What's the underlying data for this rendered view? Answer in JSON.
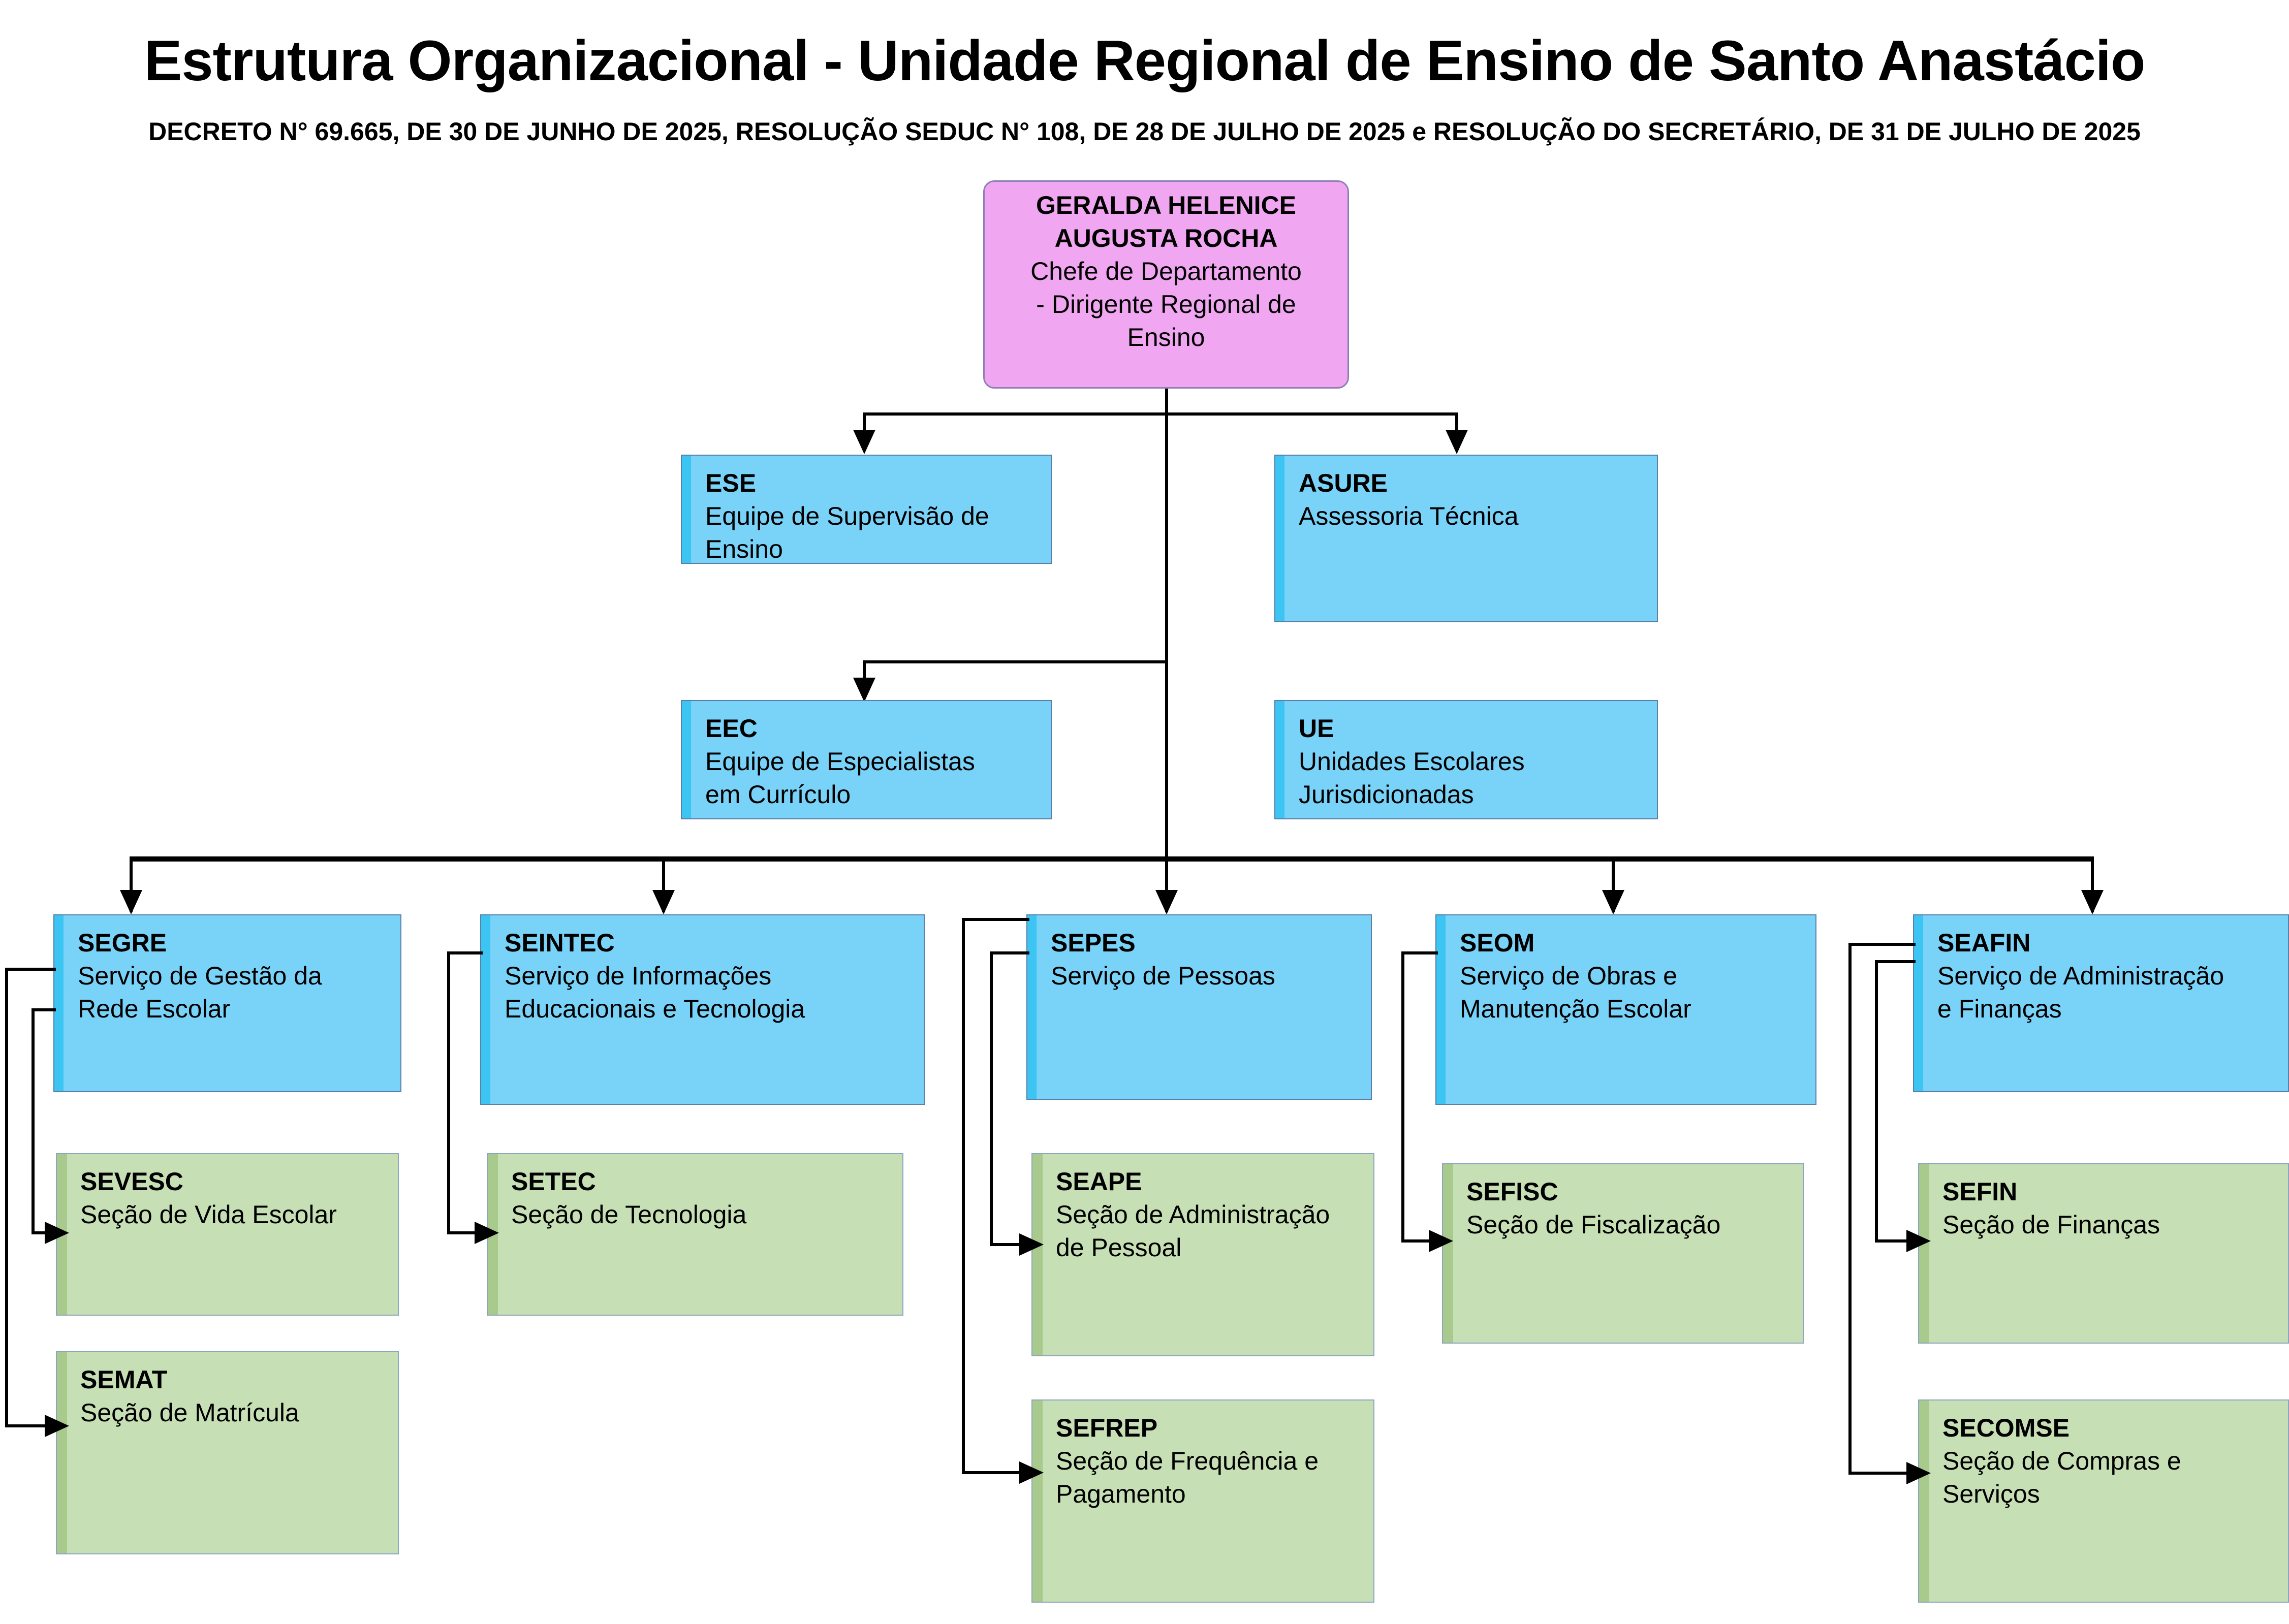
{
  "header": {
    "title": "Estrutura Organizacional - Unidade Regional de Ensino de Santo Anastácio",
    "subtitle": "DECRETO N° 69.665, DE 30 DE JUNHO DE 2025, RESOLUÇÃO SEDUC N° 108, DE 28 DE JULHO DE 2025 e RESOLUÇÃO DO SECRETÁRIO, DE 31 DE JULHO DE 2025"
  },
  "colors": {
    "root_fill": "#f0a6f0",
    "root_border": "#8e7fb8",
    "service_fill": "#79d2f7",
    "service_accent": "#3cc4f2",
    "section_fill": "#c7dfb4",
    "section_accent": "#a8ca8d",
    "box_border": "#7e9ec4",
    "connector": "#000000"
  },
  "root": {
    "name_line1": "GERALDA HELENICE",
    "name_line2": "AUGUSTA ROCHA",
    "role_line1": "Chefe de Departamento",
    "role_line2": "- Dirigente Regional de",
    "role_line3": "Ensino"
  },
  "staff": [
    {
      "code": "ESE",
      "desc_line1": "Equipe de Supervisão de",
      "desc_line2": "Ensino"
    },
    {
      "code": "ASURE",
      "desc_line1": "Assessoria Técnica",
      "desc_line2": ""
    },
    {
      "code": "EEC",
      "desc_line1": "Equipe de Especialistas",
      "desc_line2": "em Currículo"
    },
    {
      "code": "UE",
      "desc_line1": "Unidades Escolares",
      "desc_line2": "Jurisdicionadas"
    }
  ],
  "services": [
    {
      "code": "SEGRE",
      "desc_line1": "Serviço de Gestão da",
      "desc_line2": "Rede Escolar",
      "sections": [
        {
          "code": "SEVESC",
          "desc_line1": "Seção de Vida Escolar",
          "desc_line2": ""
        },
        {
          "code": "SEMAT",
          "desc_line1": "Seção de Matrícula",
          "desc_line2": ""
        }
      ]
    },
    {
      "code": "SEINTEC",
      "desc_line1": "Serviço de Informações",
      "desc_line2": "Educacionais e Tecnologia",
      "sections": [
        {
          "code": "SETEC",
          "desc_line1": "Seção de Tecnologia",
          "desc_line2": ""
        }
      ]
    },
    {
      "code": "SEPES",
      "desc_line1": "Serviço de Pessoas",
      "desc_line2": "",
      "sections": [
        {
          "code": "SEAPE",
          "desc_line1": "Seção de Administração",
          "desc_line2": "de Pessoal"
        },
        {
          "code": "SEFREP",
          "desc_line1": "Seção de Frequência e",
          "desc_line2": "Pagamento"
        }
      ]
    },
    {
      "code": "SEOM",
      "desc_line1": "Serviço de Obras e",
      "desc_line2": "Manutenção Escolar",
      "sections": [
        {
          "code": "SEFISC",
          "desc_line1": "Seção de Fiscalização",
          "desc_line2": ""
        }
      ]
    },
    {
      "code": "SEAFIN",
      "desc_line1": "Serviço de Administração",
      "desc_line2": "e Finanças",
      "sections": [
        {
          "code": "SEFIN",
          "desc_line1": "Seção de Finanças",
          "desc_line2": ""
        },
        {
          "code": "SECOMSE",
          "desc_line1": "Seção de Compras e",
          "desc_line2": "Serviços"
        }
      ]
    }
  ]
}
